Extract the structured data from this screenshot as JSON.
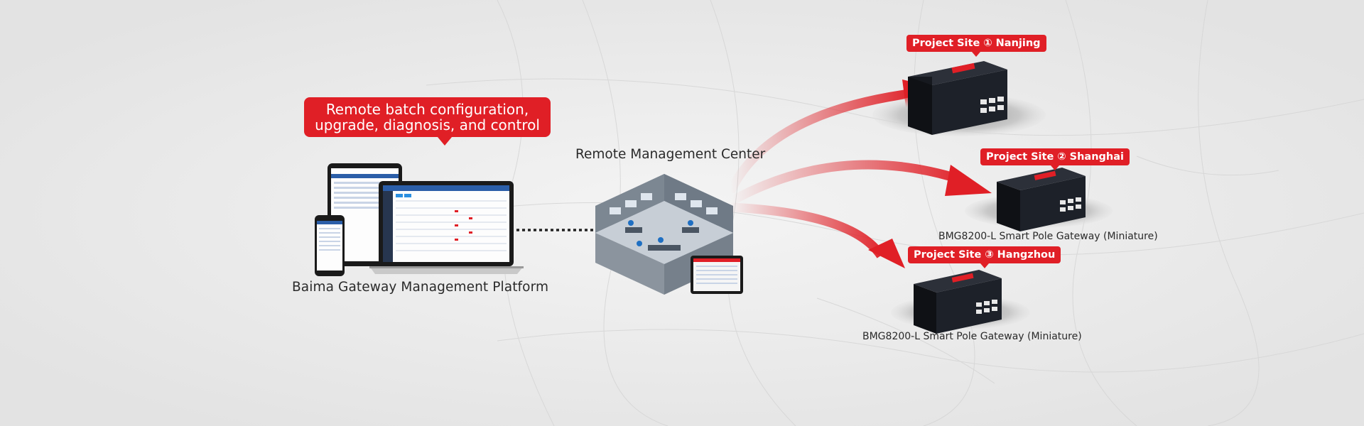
{
  "callout": {
    "line1": "Remote batch configuration,",
    "line2": "upgrade, diagnosis, and control"
  },
  "platform": {
    "label": "Baima Gateway Management Platform"
  },
  "center": {
    "label": "Remote Management Center"
  },
  "sites": [
    {
      "tag": "Project Site ① Nanjing",
      "device_label": ""
    },
    {
      "tag": "Project Site ② Shanghai",
      "device_label": "BMG8200-L Smart Pole Gateway (Miniature)"
    },
    {
      "tag": "Project Site ③ Hangzhou",
      "device_label": "BMG8200-L Smart Pole Gateway (Miniature)"
    }
  ],
  "colors": {
    "accent": "#e01f26",
    "background": "#ececec",
    "device_body": "#1d2129",
    "screen_blue": "#2b5ea8"
  },
  "icons": [
    "tablet-icon",
    "laptop-icon",
    "phone-icon",
    "control-room-icon",
    "gateway-device-icon"
  ]
}
